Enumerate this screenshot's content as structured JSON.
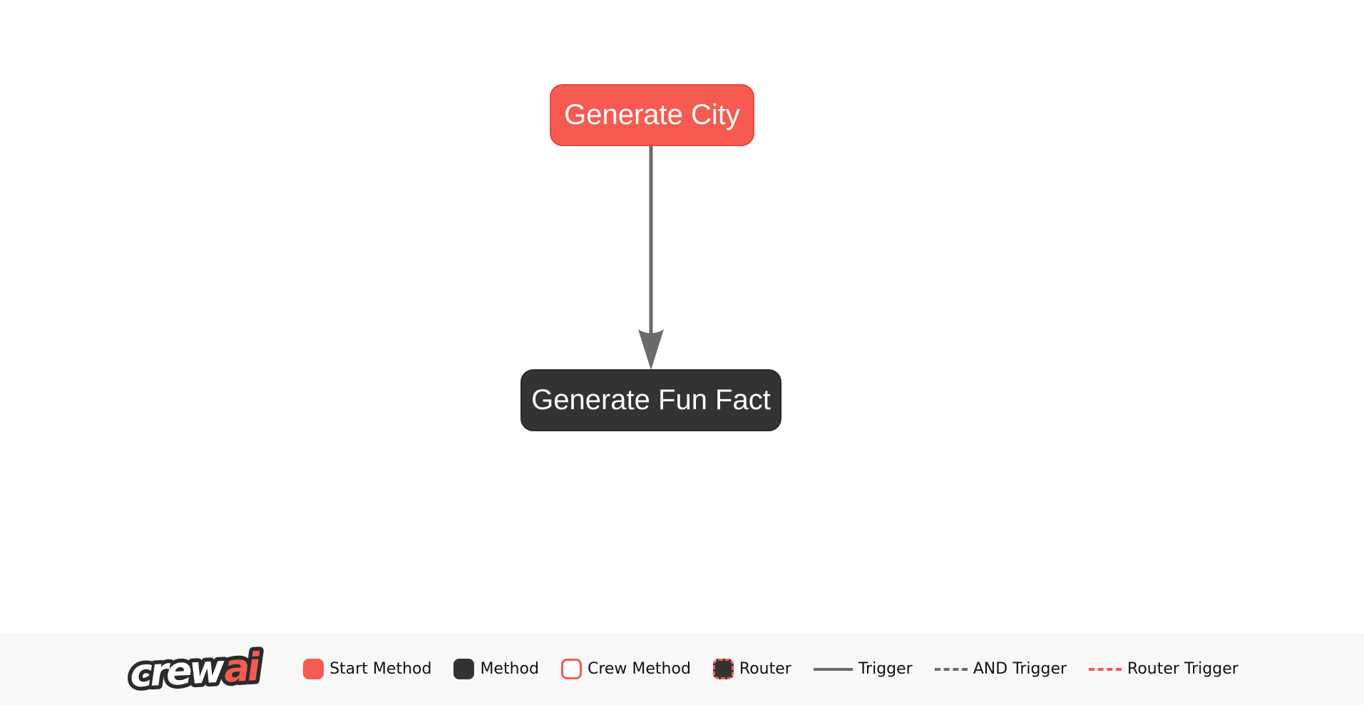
{
  "colors": {
    "red": "#F65A50",
    "red-border": "#DD4A41",
    "dark": "#333333",
    "dark-border": "#282828",
    "edge-gray": "#6B6B6B",
    "canvas-bg": "#FFFFFF",
    "footer-bg": "#F8F8F9",
    "node-text": "#FFFFFF",
    "legend-text": "#111111",
    "logo-outline": "#2B2B2B"
  },
  "flow": {
    "nodes": [
      {
        "label": "Generate City",
        "type": "start-method"
      },
      {
        "label": "Generate Fun Fact",
        "type": "method"
      }
    ],
    "edges": [
      {
        "from": "Generate City",
        "to": "Generate Fun Fact",
        "type": "trigger"
      }
    ]
  },
  "footer": {
    "logo": {
      "crew": "crew",
      "ai": "ai"
    },
    "legend": {
      "items": [
        {
          "label": "Start Method",
          "swatch": "start-method-square"
        },
        {
          "label": "Method",
          "swatch": "method-square"
        },
        {
          "label": "Crew Method",
          "swatch": "crew-method-square"
        },
        {
          "label": "Router",
          "swatch": "router-square"
        },
        {
          "label": "Trigger",
          "swatch": "solid-gray-line"
        },
        {
          "label": "AND Trigger",
          "swatch": "dashed-gray-line"
        },
        {
          "label": "Router Trigger",
          "swatch": "dashed-red-line"
        }
      ]
    }
  }
}
